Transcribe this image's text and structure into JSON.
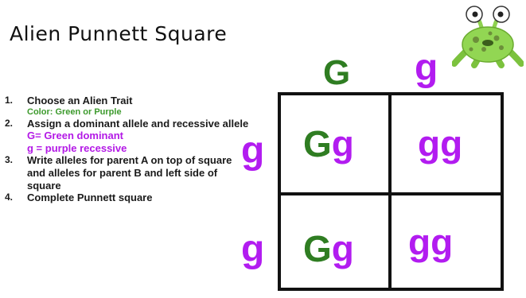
{
  "title": "Alien Punnett Square",
  "colors": {
    "green": "#2f7d22",
    "light_green": "#3c9a2c",
    "purple": "#b21cf0",
    "grid": "#111111"
  },
  "steps": [
    {
      "number": "1.",
      "text": "Choose an Alien Trait",
      "subs": [
        "Color: Green or Purple"
      ]
    },
    {
      "number": "2.",
      "text": "Assign a dominant allele and recessive allele",
      "subs": [
        "G= Green dominant",
        "g = purple recessive"
      ]
    },
    {
      "number": "3.",
      "text": "Write alleles for parent A on top of square and alleles for parent B and left side of square",
      "subs": []
    },
    {
      "number": "4.",
      "text": "Complete Punnett square",
      "subs": []
    }
  ],
  "punnett": {
    "top_alleles": [
      "G",
      "g"
    ],
    "left_alleles": [
      "g",
      "g"
    ],
    "cells": [
      [
        {
          "first": "G",
          "second": "g"
        },
        {
          "first": "g",
          "second": "g"
        }
      ],
      [
        {
          "first": "G",
          "second": "g"
        },
        {
          "first": "g",
          "second": "g"
        }
      ]
    ]
  },
  "alien_icon": "green-alien-mascot-icon"
}
